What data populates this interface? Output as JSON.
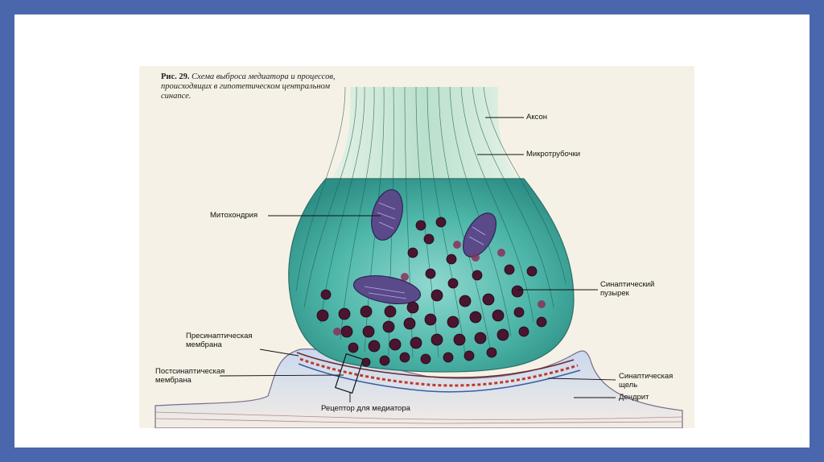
{
  "figure": {
    "number": "Рис. 29.",
    "caption": "Схема выброса медиатора и процессов, происходящих в гипотетическом центральном синапсе."
  },
  "labels": {
    "axon": "Аксон",
    "microtubules": "Микротрубочки",
    "mitochondrion": "Митохондрия",
    "synaptic_vesicle": "Синаптический пузырек",
    "presynaptic_membrane": "Пресинаптическая мембрана",
    "postsynaptic_membrane": "Постсинаптическая мембрана",
    "synaptic_cleft": "Синаптическая щель",
    "dendrite": "Дендрит",
    "mediator_receptor": "Рецептор для медиатора"
  },
  "colors": {
    "frame": "#4a66ad",
    "terminal": "#4bb3a4",
    "vesicle": "#4a1530",
    "mitochondrion": "#5a4a8a",
    "cleft": "#c0392b"
  }
}
